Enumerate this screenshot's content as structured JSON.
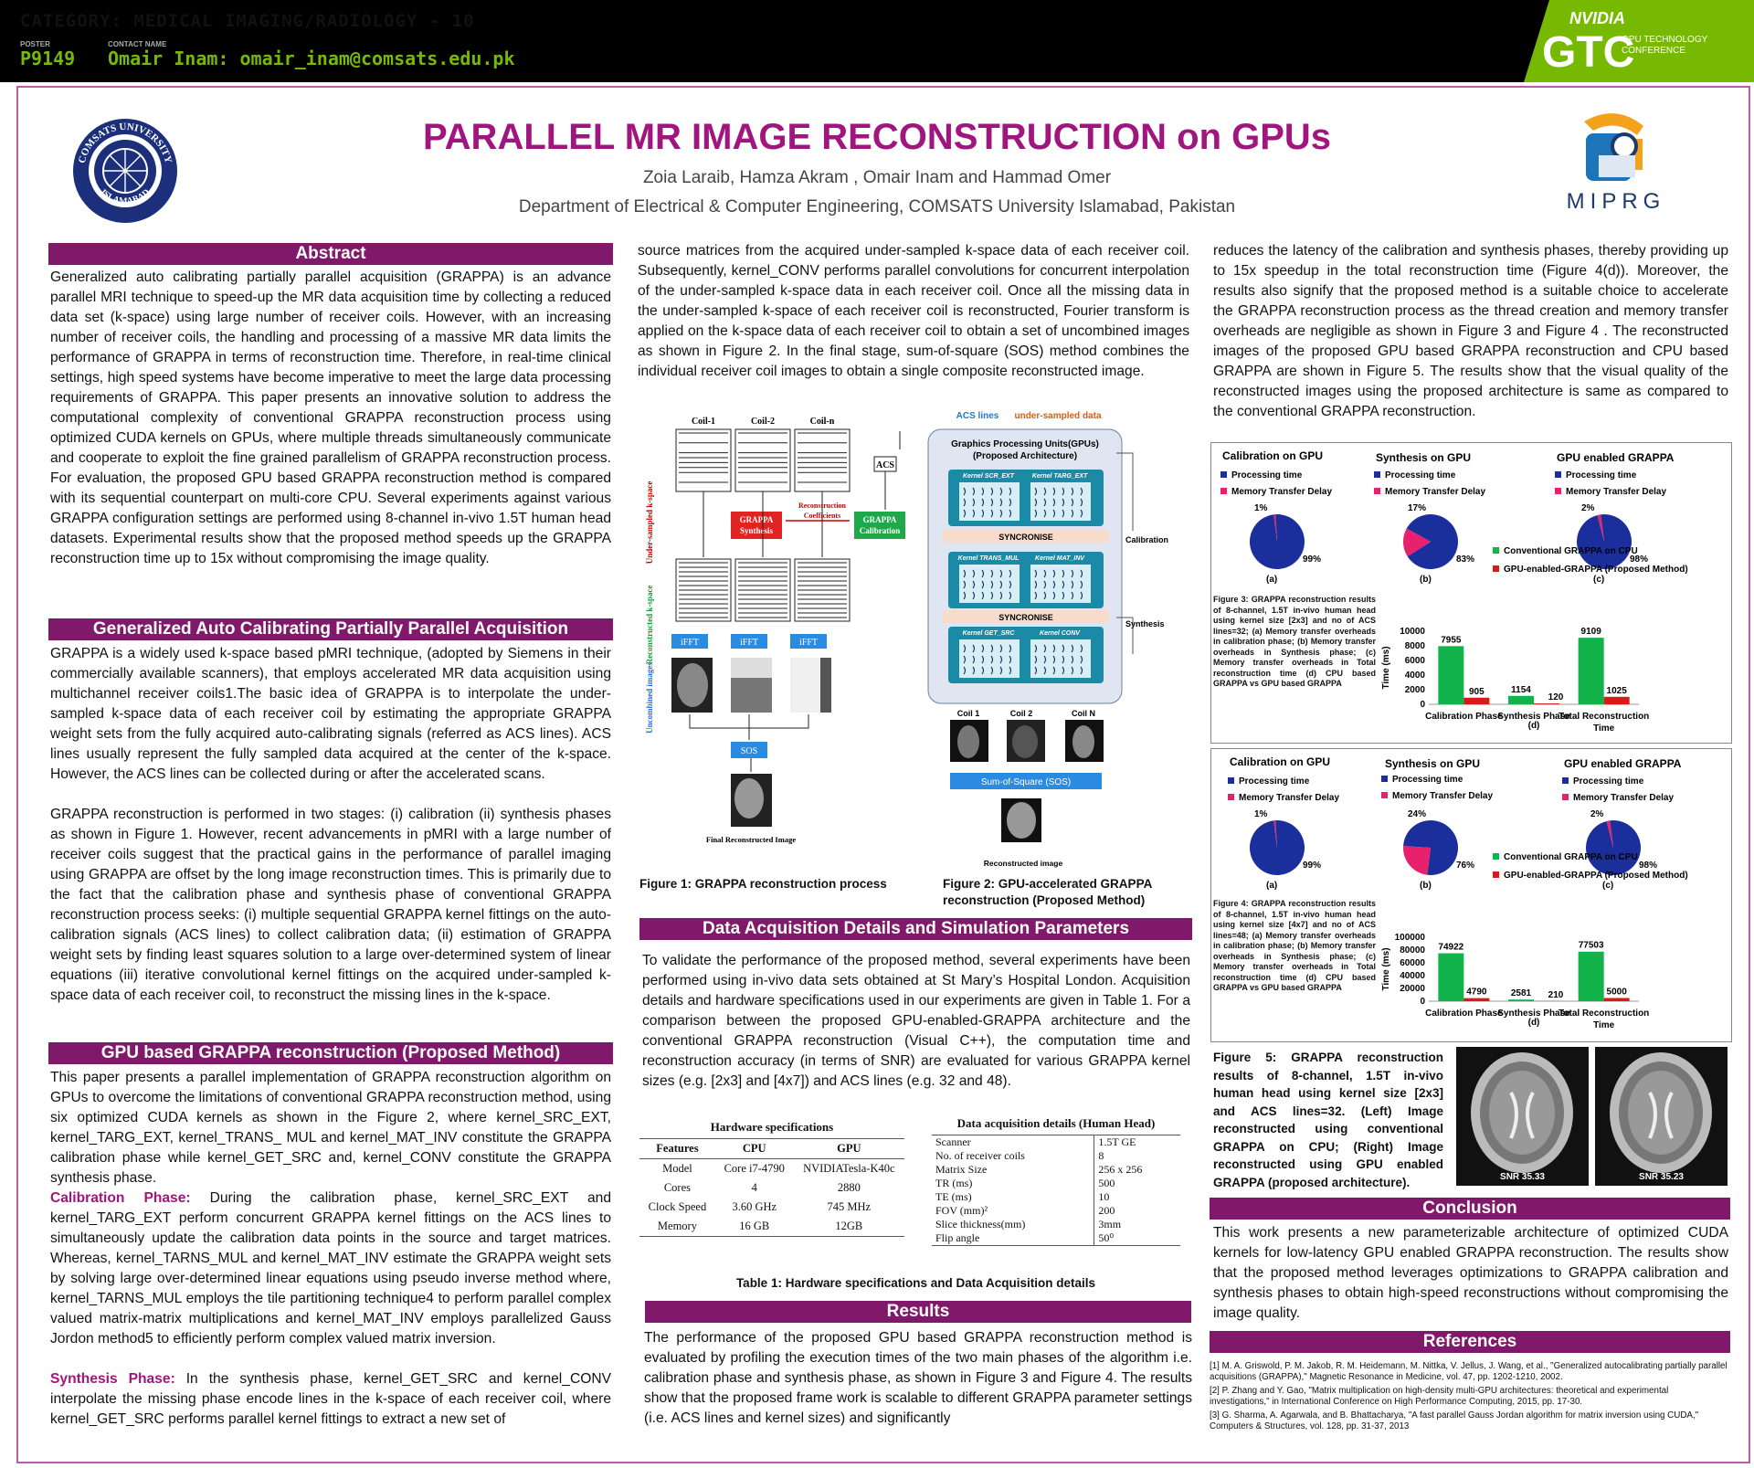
{
  "header": {
    "category": "CATEGORY:  MEDICAL IMAGING/RADIOLOGY - 10",
    "poster_label": "POSTER",
    "poster_id": "P9149",
    "contact_label": "CONTACT NAME",
    "contact": "Omair Inam: omair_inam@comsats.edu.pk",
    "nvidia": "NVIDIA",
    "gtc": "GTC",
    "gtc_sub": "GPU TECHNOLOGY CONFERENCE"
  },
  "logos": {
    "left_ring": "COMSATS UNIVERSITY",
    "left_bottom": "ISLAMABAD",
    "right": "MIPRG"
  },
  "title": "PARALLEL MR IMAGE RECONSTRUCTION on GPUs",
  "authors": "Zoia Laraib, Hamza Akram , Omair Inam and Hammad Omer",
  "dept": "Department of Electrical & Computer Engineering, COMSATS University Islamabad, Pakistan",
  "sections": {
    "abstract": "Abstract",
    "grappa": "Generalized Auto Calibrating Partially Parallel Acquisition",
    "gpu": "GPU based GRAPPA reconstruction (Proposed Method)",
    "data_acq": "Data Acquisition Details and Simulation Parameters",
    "results": "Results",
    "conclusion": "Conclusion",
    "references": "References"
  },
  "text": {
    "abstract": "Generalized auto calibrating partially parallel acquisition (GRAPPA) is an advance parallel MRI technique to speed-up the MR data acquisition time by collecting a reduced data set (k-space) using large number of receiver coils. However, with an increasing number of receiver coils, the handling and processing of a massive MR data limits the performance of GRAPPA in terms of reconstruction time. Therefore, in real-time clinical settings, high speed systems have become imperative to meet the large data processing requirements of GRAPPA. This paper presents an innovative solution to address the computational complexity of conventional GRAPPA reconstruction process using optimized CUDA kernels on GPUs, where multiple threads simultaneously communicate and cooperate to exploit the fine grained parallelism of GRAPPA reconstruction process. For evaluation, the proposed GPU based GRAPPA reconstruction method is compared with its sequential counterpart on multi-core CPU. Several experiments against various GRAPPA configuration settings are performed using 8-channel in-vivo 1.5T human head datasets. Experimental results show that the proposed method speeds up the GRAPPA reconstruction time up to 15x without compromising the image quality.",
    "grappa1": "GRAPPA is a widely used k-space based pMRI technique, (adopted by Siemens in their commercially available scanners), that employs accelerated MR data acquisition using multichannel receiver coils1.The basic idea of GRAPPA is to interpolate the under-sampled k-space data of each receiver coil by estimating the appropriate GRAPPA weight sets from the fully acquired auto-calibrating signals (referred as ACS lines). ACS lines usually represent the fully sampled data acquired at the center of the k-space. However, the ACS lines can be collected during or after the accelerated scans.",
    "grappa2": "GRAPPA reconstruction is performed in two stages: (i) calibration (ii) synthesis phases as shown in Figure 1.  However, recent advancements in pMRI with a large number of receiver coils suggest that the practical gains in the performance of parallel imaging using GRAPPA are offset by the long image reconstruction times. This is primarily due to the fact  that the calibration phase and synthesis phase of conventional GRAPPA reconstruction process seeks: (i) multiple sequential GRAPPA kernel fittings on the auto-calibration signals (ACS lines) to collect calibration data; (ii) estimation of GRAPPA weight sets by finding least squares solution to a large over-determined system of linear equations (iii) iterative convolutional kernel fittings on the acquired under-sampled k-space data of each receiver coil, to reconstruct the missing lines in the k-space.",
    "gpu1": "This paper presents a parallel implementation of GRAPPA reconstruction algorithm on GPUs to overcome the limitations of conventional GRAPPA reconstruction method, using six optimized CUDA kernels as shown in the Figure 2, where kernel_SRC_EXT, kernel_TARG_EXT, kernel_TRANS_ MUL and kernel_MAT_INV constitute the GRAPPA calibration phase while kernel_GET_SRC and, kernel_CONV constitute the GRAPPA synthesis phase.",
    "calib_label": "Calibration Phase:",
    "calib": " During the calibration phase, kernel_SRC_EXT and kernel_TARG_EXT perform concurrent GRAPPA kernel fittings on the ACS lines to simultaneously update the calibration data points in the source and target matrices. Whereas, kernel_TARNS_MUL and kernel_MAT_INV estimate the GRAPPA weight sets by solving large over-determined linear equations using pseudo inverse method where, kernel_TARNS_MUL employs the tile partitioning technique4 to perform parallel complex valued matrix-matrix multiplications and kernel_MAT_INV employs parallelized Gauss Jordon method5 to efficiently perform complex valued matrix inversion.",
    "synth_label": "Synthesis Phase:",
    "synth": " In the synthesis phase, kernel_GET_SRC and kernel_CONV interpolate the missing phase encode lines in the k-space of each receiver coil, where kernel_GET_SRC performs parallel kernel fittings to extract a new set of",
    "col2": "source matrices from the acquired under-sampled k-space data of each receiver coil. Subsequently, kernel_CONV performs parallel convolutions for concurrent interpolation of the under-sampled k-space data in each receiver coil. Once all the missing data in the under-sampled k-space of each receiver coil is reconstructed, Fourier transform is applied on the k-space data of each receiver coil to obtain a set of uncombined images as shown in Figure 2. In the final stage, sum-of-square (SOS) method combines the individual receiver coil images to obtain a single composite reconstructed image.",
    "data_acq": "To validate the performance of the proposed method, several experiments have been performed using in-vivo data sets obtained at St Mary’s Hospital London. Acquisition details and hardware specifications used in our experiments are given in Table 1. For a comparison between the proposed GPU-enabled-GRAPPA architecture and the conventional GRAPPA reconstruction (Visual C++), the computation time and reconstruction accuracy (in terms of SNR) are evaluated for various GRAPPA kernel sizes (e.g. [2x3] and [4x7]) and ACS lines (e.g. 32 and 48).",
    "results": "The performance of the proposed GPU based GRAPPA reconstruction method is evaluated by profiling the execution times of the two main phases of the algorithm i.e. calibration phase and synthesis phase, as shown in Figure 3 and Figure 4. The results show that the proposed frame work is scalable to different GRAPPA parameter settings (i.e. ACS lines and kernel sizes) and significantly",
    "col3": "reduces the latency of the calibration and synthesis phases, thereby providing up to 15x speedup in the total reconstruction time (Figure 4(d)). Moreover, the results also signify that the proposed method is a suitable choice to accelerate the GRAPPA reconstruction process as the thread creation and memory transfer overheads are negligible as shown in Figure 3 and Figure 4 . The reconstructed images of the proposed GPU based GRAPPA reconstruction and CPU based GRAPPA are shown in Figure 5.  The results show that the visual quality of the reconstructed images using the proposed architecture is same as compared to the conventional GRAPPA reconstruction.",
    "conclusion": "This work presents a new parameterizable architecture of optimized CUDA kernels for low-latency GPU enabled GRAPPA reconstruction. The results show that the proposed method leverages optimizations to GRAPPA calibration and synthesis phases to obtain high-speed reconstructions without compromising the image quality."
  },
  "figures": {
    "fig1_caption": "Figure 1:  GRAPPA reconstruction process",
    "fig2_caption": "Figure 2: GPU-accelerated GRAPPA reconstruction (Proposed Method)",
    "fig3_caption": "Figure 3: GRAPPA reconstruction results of 8-channel, 1.5T in-vivo human head using kernel size [2x3] and no of ACS lines=32; (a) Memory transfer overheads in calibration phase; (b) Memory transfer overheads in Synthesis phase; (c) Memory transfer overheads in Total reconstruction time (d) CPU based GRAPPA vs GPU based GRAPPA",
    "fig4_caption": "Figure 4: GRAPPA reconstruction results of 8-channel, 1.5T in-vivo human head using kernel size [4x7] and no of ACS lines=48; (a) Memory transfer overheads in calibration phase; (b) Memory transfer overheads in Synthesis phase; (c) Memory transfer overheads in Total reconstruction time (d) CPU based GRAPPA vs GPU based GRAPPA",
    "fig5_caption": "Figure 5: GRAPPA reconstruction results of 8-channel, 1.5T in-vivo human head using kernel size [2x3] and ACS lines=32. (Left) Image reconstructed using conventional GRAPPA on CPU; (Right) Image reconstructed using GPU enabled GRAPPA (proposed architecture).",
    "fig5_snr_left": "SNR 35.33",
    "fig5_snr_right": "SNR 35.23",
    "table_caption": "Table 1: Hardware specifications and Data Acquisition details"
  },
  "fig1": {
    "coils": [
      "Coil-1",
      "Coil-2",
      "Coil-n"
    ],
    "acs": "ACS",
    "grappa_synth": "GRAPPA Synthesis",
    "recon_coeff": "Reconstruction Coefficients",
    "grappa_calib": "GRAPPA Calibration",
    "ifft": "iFFT",
    "sos": "SOS",
    "final": "Final Reconstructed Image",
    "side_under": "Under-sampled k-space",
    "side_recon": "Reconstructed k-space",
    "side_uncomb": "Uncombined images"
  },
  "fig2": {
    "acs": "ACS lines",
    "under": "under-sampled data",
    "gpu_title": "Graphics Processing Units(GPUs) (Proposed Architecture)",
    "k1": "Kernel SCR_EXT",
    "k2": "Kernel TARG_EXT",
    "k3": "Kernel TRANS_MUL",
    "k4": "Kernel MAT_INV",
    "k5": "Kernel GET_SRC",
    "k6": "Kernel CONV",
    "sync": "SYNCRONISE",
    "calibration": "Calibration",
    "synthesis": "Synthesis",
    "coils": [
      "Coil 1",
      "Coil 2",
      "Coil N"
    ],
    "sos": "Sum-of-Square (SOS)",
    "recon": "Reconstructed image"
  },
  "table": {
    "hw_title": "Hardware specifications",
    "hw_headers": [
      "Features",
      "CPU",
      "GPU"
    ],
    "hw_rows": [
      [
        "Model",
        "Core i7-4790",
        "NVIDIATesla-K40c"
      ],
      [
        "Cores",
        "4",
        "2880"
      ],
      [
        "Clock Speed",
        "3.60 GHz",
        "745 MHz"
      ],
      [
        "Memory",
        "16 GB",
        "12GB"
      ]
    ],
    "da_title": "Data acquisition details (Human Head)",
    "da_rows": [
      [
        "Scanner",
        "1.5T GE"
      ],
      [
        "No. of receiver coils",
        "8"
      ],
      [
        "Matrix Size",
        "256 x 256"
      ],
      [
        "TR (ms)",
        "500"
      ],
      [
        "TE (ms)",
        "10"
      ],
      [
        "FOV (mm)²",
        "200"
      ],
      [
        "Slice thickness(mm)",
        "3mm"
      ],
      [
        "Flip angle",
        "50⁰"
      ]
    ]
  },
  "colors": {
    "processing": "#1a2f9c",
    "memory": "#e8206d",
    "cpu": "#13b34b",
    "gpu": "#d81a1a",
    "accent": "#80196a"
  },
  "chart_data": [
    {
      "type": "pie",
      "title": "Calibration on GPU",
      "labels": [
        "Processing time",
        "Memory Transfer Delay"
      ],
      "values": [
        99,
        1
      ],
      "value_labels": [
        "99%",
        "1%"
      ],
      "sub": "(a)"
    },
    {
      "type": "pie",
      "title": "Synthesis  on GPU",
      "labels": [
        "Processing time",
        "Memory Transfer Delay"
      ],
      "values": [
        83,
        17
      ],
      "value_labels": [
        "83%",
        "17%"
      ],
      "sub": "(b)"
    },
    {
      "type": "pie",
      "title": "GPU enabled GRAPPA",
      "labels": [
        "Processing time",
        "Memory Transfer Delay"
      ],
      "values": [
        98,
        2
      ],
      "value_labels": [
        "98%",
        "2%"
      ],
      "sub": "(c)"
    },
    {
      "type": "bar",
      "categories": [
        "Calibration Phase",
        "Synthesis Phase",
        "Total Reconstruction Time"
      ],
      "series": [
        {
          "name": "Conventional GRAPPA on CPU",
          "values": [
            7955,
            1154,
            9109
          ]
        },
        {
          "name": "GPU-enabled-GRAPPA (Proposed Method)",
          "values": [
            905,
            120,
            1025
          ]
        }
      ],
      "ylabel": "Time (ms)",
      "ylim": [
        0,
        10000
      ],
      "yticks": [
        0,
        2000,
        4000,
        6000,
        8000,
        10000
      ],
      "sub": "(d)"
    },
    {
      "type": "pie",
      "title": "Calibration on GPU",
      "labels": [
        "Processing time",
        "Memory Transfer Delay"
      ],
      "values": [
        99,
        1
      ],
      "value_labels": [
        "99%",
        "1%"
      ],
      "sub": "(a)"
    },
    {
      "type": "pie",
      "title": "Synthesis on GPU",
      "labels": [
        "Processing time",
        "Memory Transfer Delay"
      ],
      "values": [
        76,
        24
      ],
      "value_labels": [
        "76%",
        "24%"
      ],
      "sub": "(b)"
    },
    {
      "type": "pie",
      "title": "GPU enabled GRAPPA",
      "labels": [
        "Processing time",
        "Memory Transfer Delay"
      ],
      "values": [
        98,
        2
      ],
      "value_labels": [
        "98%",
        "2%"
      ],
      "sub": "(c)"
    },
    {
      "type": "bar",
      "categories": [
        "Calibration Phase",
        "Synthesis Phase",
        "Total Reconstruction Time"
      ],
      "series": [
        {
          "name": "Conventional GRAPPA on CPU",
          "values": [
            74922,
            2581,
            77503
          ]
        },
        {
          "name": "GPU-enabled-GRAPPA (Proposed Method)",
          "values": [
            4790,
            210,
            5000
          ]
        }
      ],
      "ylabel": "Time (ms)",
      "ylim": [
        0,
        100000
      ],
      "yticks": [
        0,
        20000,
        40000,
        60000,
        80000,
        100000
      ],
      "sub": "(d)"
    }
  ],
  "references": [
    "[1] M. A. Griswold, P. M. Jakob, R. M. Heidemann, M. Nittka, V. Jellus, J. Wang, et al., \"Generalized autocalibrating partially parallel acquisitions (GRAPPA),\" Magnetic Resonance in Medicine, vol. 47, pp. 1202-1210, 2002.",
    "[2] P. Zhang and Y. Gao, \"Matrix multiplication on high-density multi-GPU architectures: theoretical and experimental investigations,\" in International Conference on High Performance Computing, 2015, pp. 17-30.",
    "[3] G. Sharma, A. Agarwala, and B. Bhattacharya, \"A fast parallel Gauss Jordan algorithm for matrix inversion using CUDA,\" Computers & Structures, vol. 128, pp. 31-37, 2013"
  ]
}
